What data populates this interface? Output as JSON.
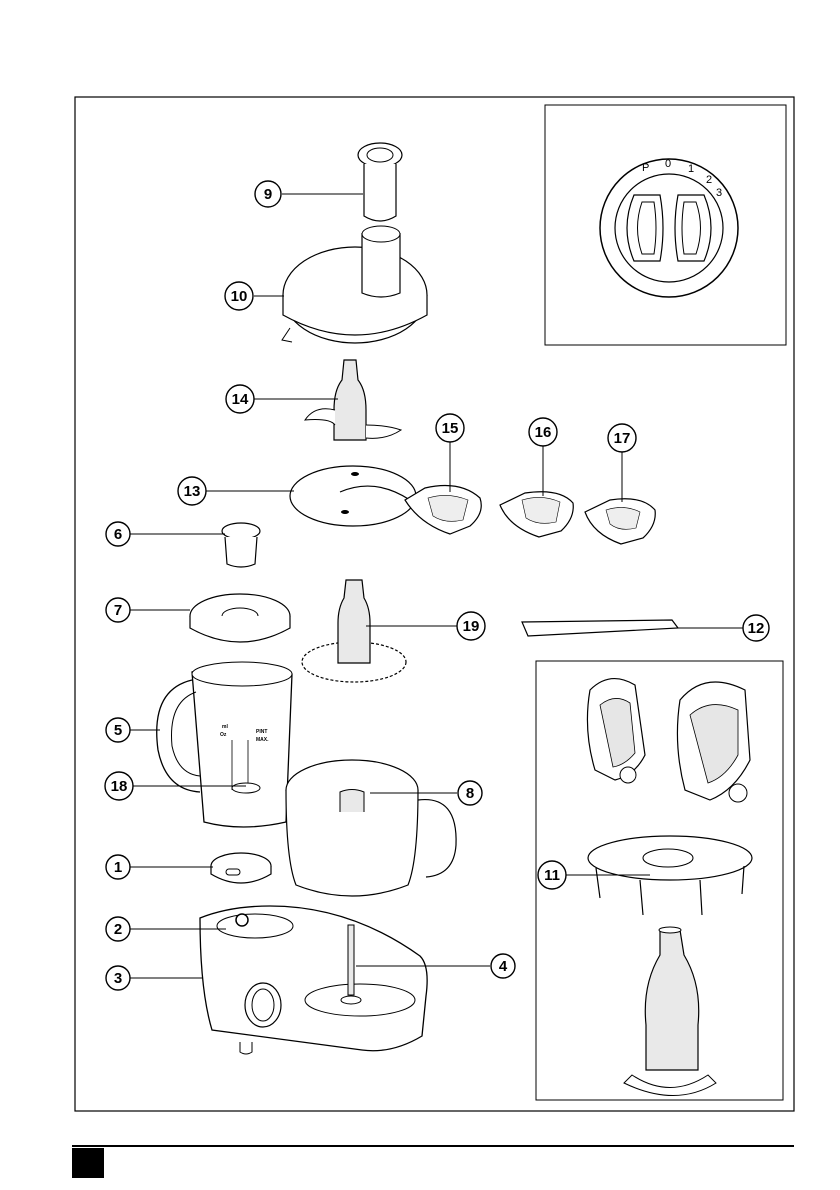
{
  "labels": {
    "n1": "1",
    "n2": "2",
    "n3": "3",
    "n4": "4",
    "n5": "5",
    "n6": "6",
    "n7": "7",
    "n8": "8",
    "n9": "9",
    "n10": "10",
    "n11": "11",
    "n12": "12",
    "n13": "13",
    "n14": "14",
    "n15": "15",
    "n16": "16",
    "n17": "17",
    "n18": "18",
    "n19": "19"
  },
  "dial": {
    "p": "P",
    "d0": "0",
    "d1": "1",
    "d2": "2",
    "d3": "3"
  },
  "jug_scale": {
    "left_header": "ml",
    "left_sub": "Oz",
    "right_header": "PINT",
    "right_sub": "MAX."
  },
  "colors": {
    "line": "#000000",
    "fill": "#ffffff",
    "shade": "#d9d9d9"
  }
}
